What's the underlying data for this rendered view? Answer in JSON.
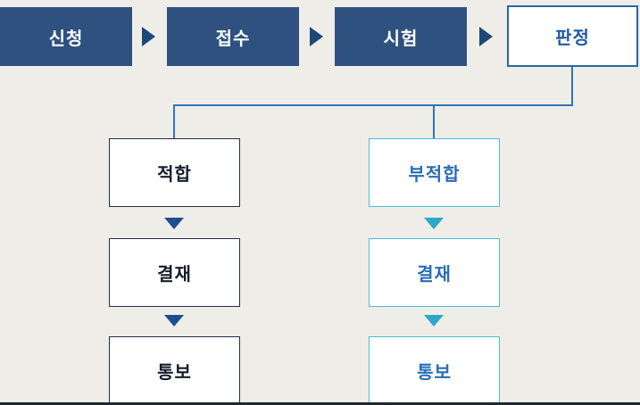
{
  "diagram": {
    "title": "process-flow",
    "top_steps": [
      {
        "label": "신청"
      },
      {
        "label": "접수"
      },
      {
        "label": "시험"
      },
      {
        "label": "판정"
      }
    ],
    "left_branch": {
      "steps": [
        {
          "label": "적합"
        },
        {
          "label": "결재"
        },
        {
          "label": "통보"
        }
      ]
    },
    "right_branch": {
      "steps": [
        {
          "label": "부적합"
        },
        {
          "label": "결재"
        },
        {
          "label": "통보"
        }
      ]
    },
    "colors": {
      "background": "#efede8",
      "step_fill": "#2e5180",
      "step_text": "#ffffff",
      "highlight_border": "#2b66a3",
      "highlight_text": "#1f5c9e",
      "left_branch_border": "#232f48",
      "left_branch_text": "#151c2c",
      "right_branch_border": "#49bcd4",
      "right_branch_text": "#2a6db6",
      "connector_line": "#2e75b6",
      "arrow_right": "#1d4977",
      "arrow_down_dark": "#1f4e8f",
      "arrow_down_cyan": "#2aa8c8"
    }
  }
}
